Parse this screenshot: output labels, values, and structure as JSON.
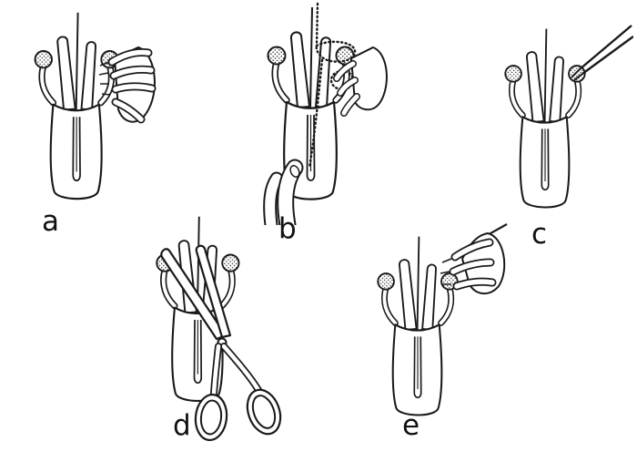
{
  "figure": {
    "background_color": "#ffffff",
    "ink_color": "#1a1a1a",
    "panels": [
      {
        "label": "a",
        "illustration": "flower-bud-opened-by-hand-illustration"
      },
      {
        "label": "b",
        "illustration": "flower-tied-with-thread-illustration"
      },
      {
        "label": "c",
        "illustration": "flower-with-forceps-illustration"
      },
      {
        "label": "d",
        "illustration": "flower-cut-with-scissors-illustration"
      },
      {
        "label": "e",
        "illustration": "flower-pinched-by-fingers-illustration"
      }
    ]
  }
}
